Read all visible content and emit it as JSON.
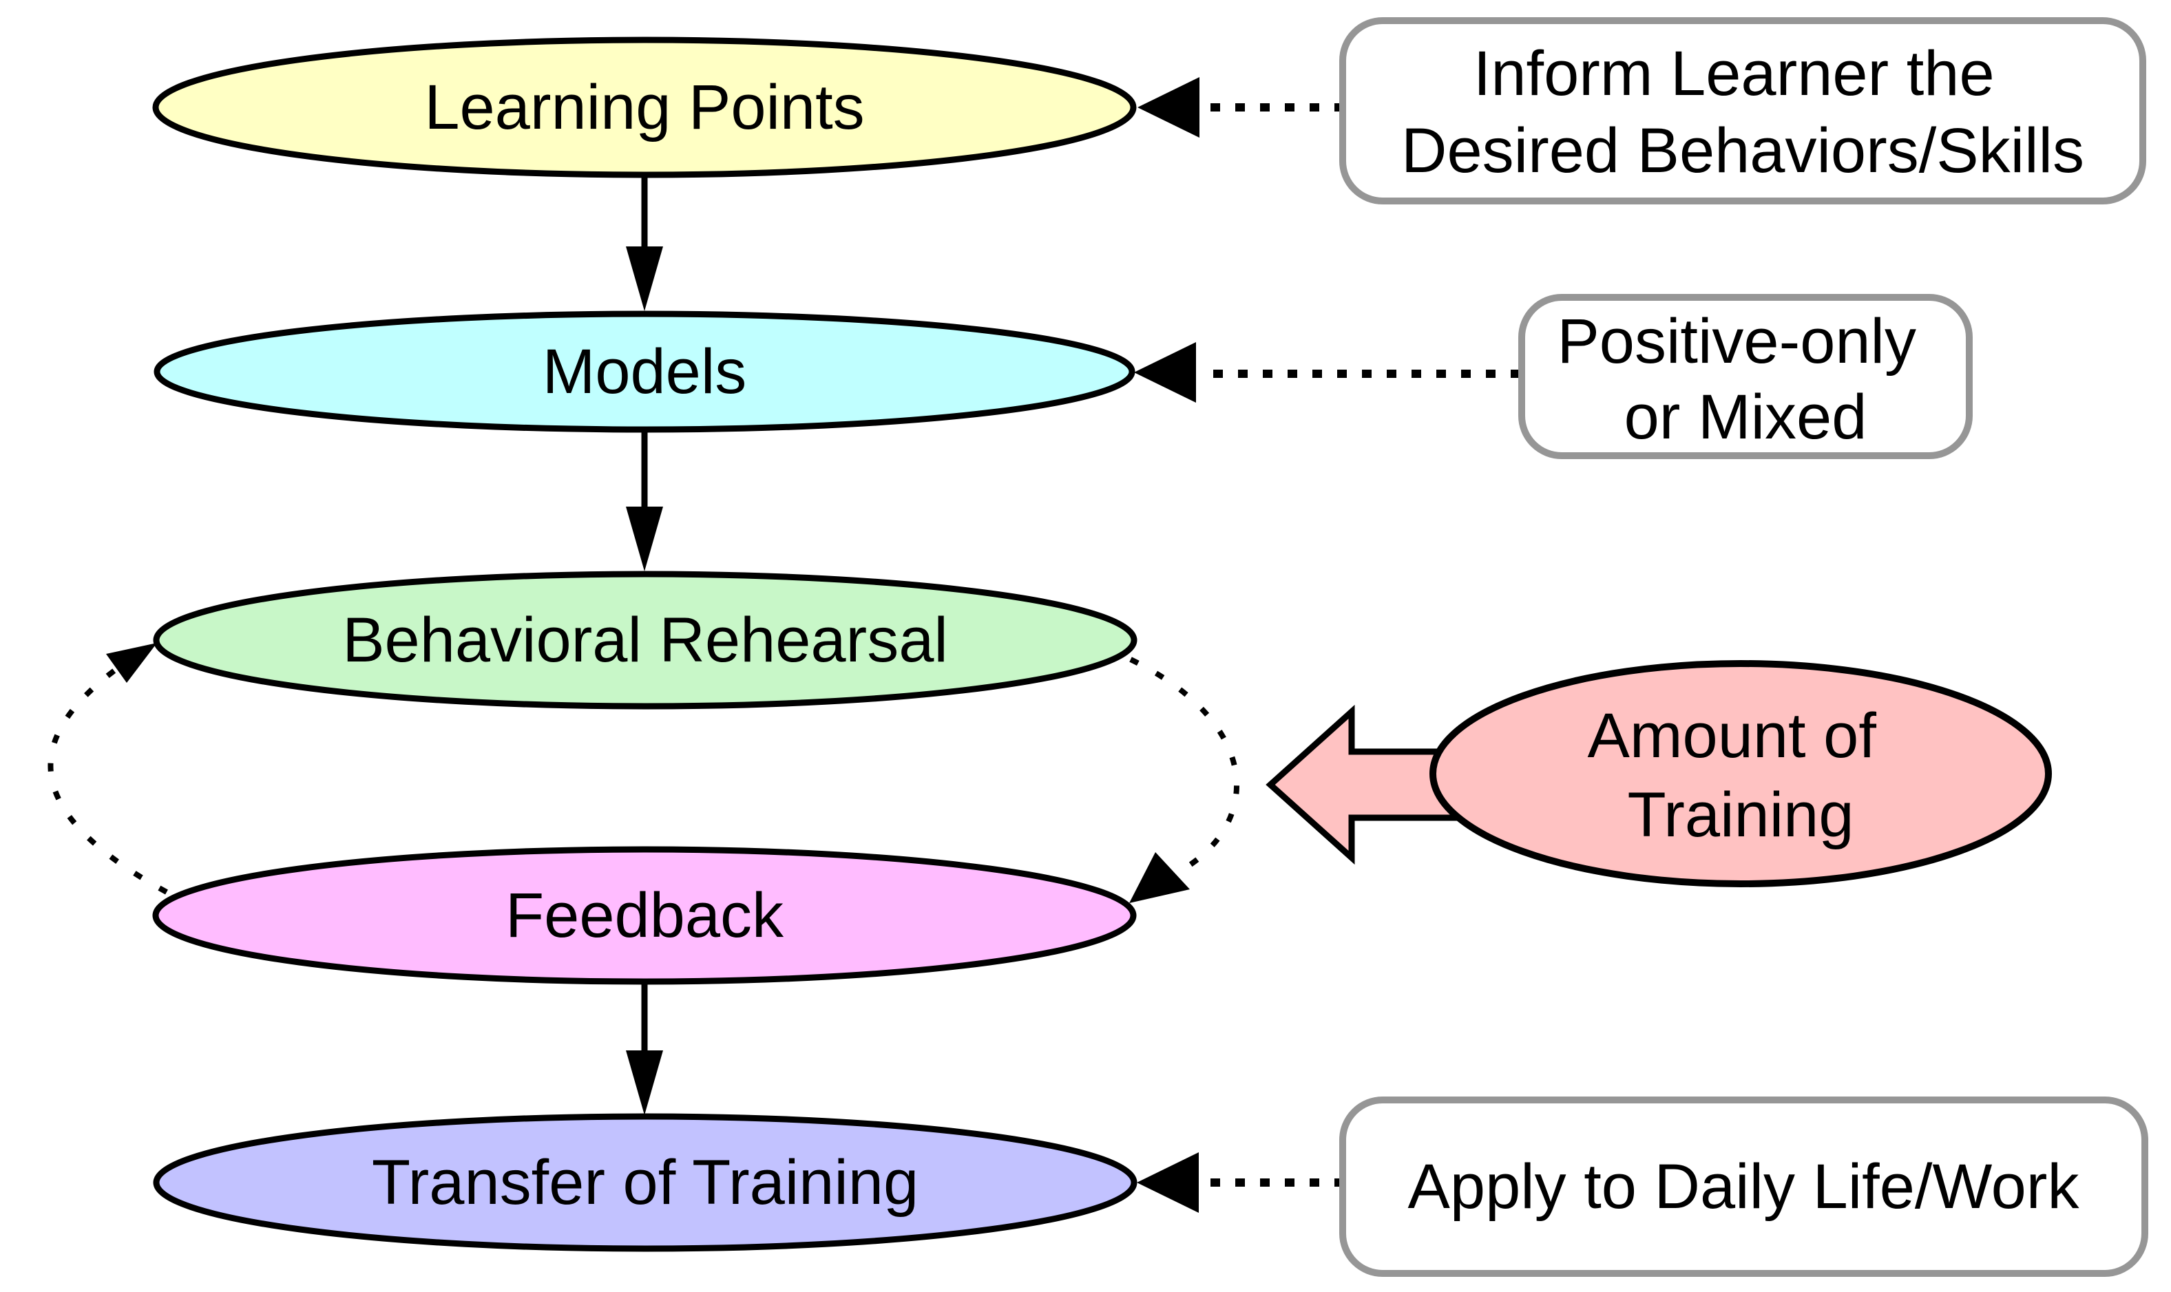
{
  "nodes": [
    {
      "label": "Learning Points",
      "fill": "#FFFFC4"
    },
    {
      "label": "Models",
      "fill": "#C0FFFF"
    },
    {
      "label": "Behavioral Rehearsal",
      "fill": "#C8F7C8"
    },
    {
      "label": "Feedback",
      "fill": "#FFBCFF"
    },
    {
      "label": "Transfer of Training",
      "fill": "#C2C2FF"
    },
    {
      "lines": [
        "Amount of",
        "Training"
      ],
      "fill": "#FFC2C2"
    }
  ],
  "callouts": [
    {
      "lines": [
        "Inform Learner the",
        "Desired Behaviors/Skills"
      ]
    },
    {
      "lines": [
        "Positive-only",
        "or Mixed"
      ]
    },
    {
      "lines": [
        "Apply to Daily Life/Work"
      ]
    }
  ],
  "edges": [
    {
      "from": "Learning Points",
      "to": "Models",
      "style": "solid"
    },
    {
      "from": "Models",
      "to": "Behavioral Rehearsal",
      "style": "solid"
    },
    {
      "from": "Feedback",
      "to": "Transfer of Training",
      "style": "solid"
    },
    {
      "from": "Behavioral Rehearsal",
      "to": "Feedback",
      "style": "dashed-loop"
    },
    {
      "from": "Feedback",
      "to": "Behavioral Rehearsal",
      "style": "dashed-loop"
    },
    {
      "from": "Inform Learner the Desired Behaviors/Skills",
      "to": "Learning Points",
      "style": "dotted"
    },
    {
      "from": "Positive-only or Mixed",
      "to": "Models",
      "style": "dotted"
    },
    {
      "from": "Apply to Daily Life/Work",
      "to": "Transfer of Training",
      "style": "dotted"
    },
    {
      "from": "Amount of Training",
      "to": "rehearsal-feedback loop",
      "style": "block-arrow"
    }
  ],
  "colors": {
    "node_stroke": "#000000",
    "arrow_color": "#000000",
    "callout_border": "#969696",
    "background": "#FFFFFF",
    "block_arrow_fill": "#FFC2C2"
  }
}
